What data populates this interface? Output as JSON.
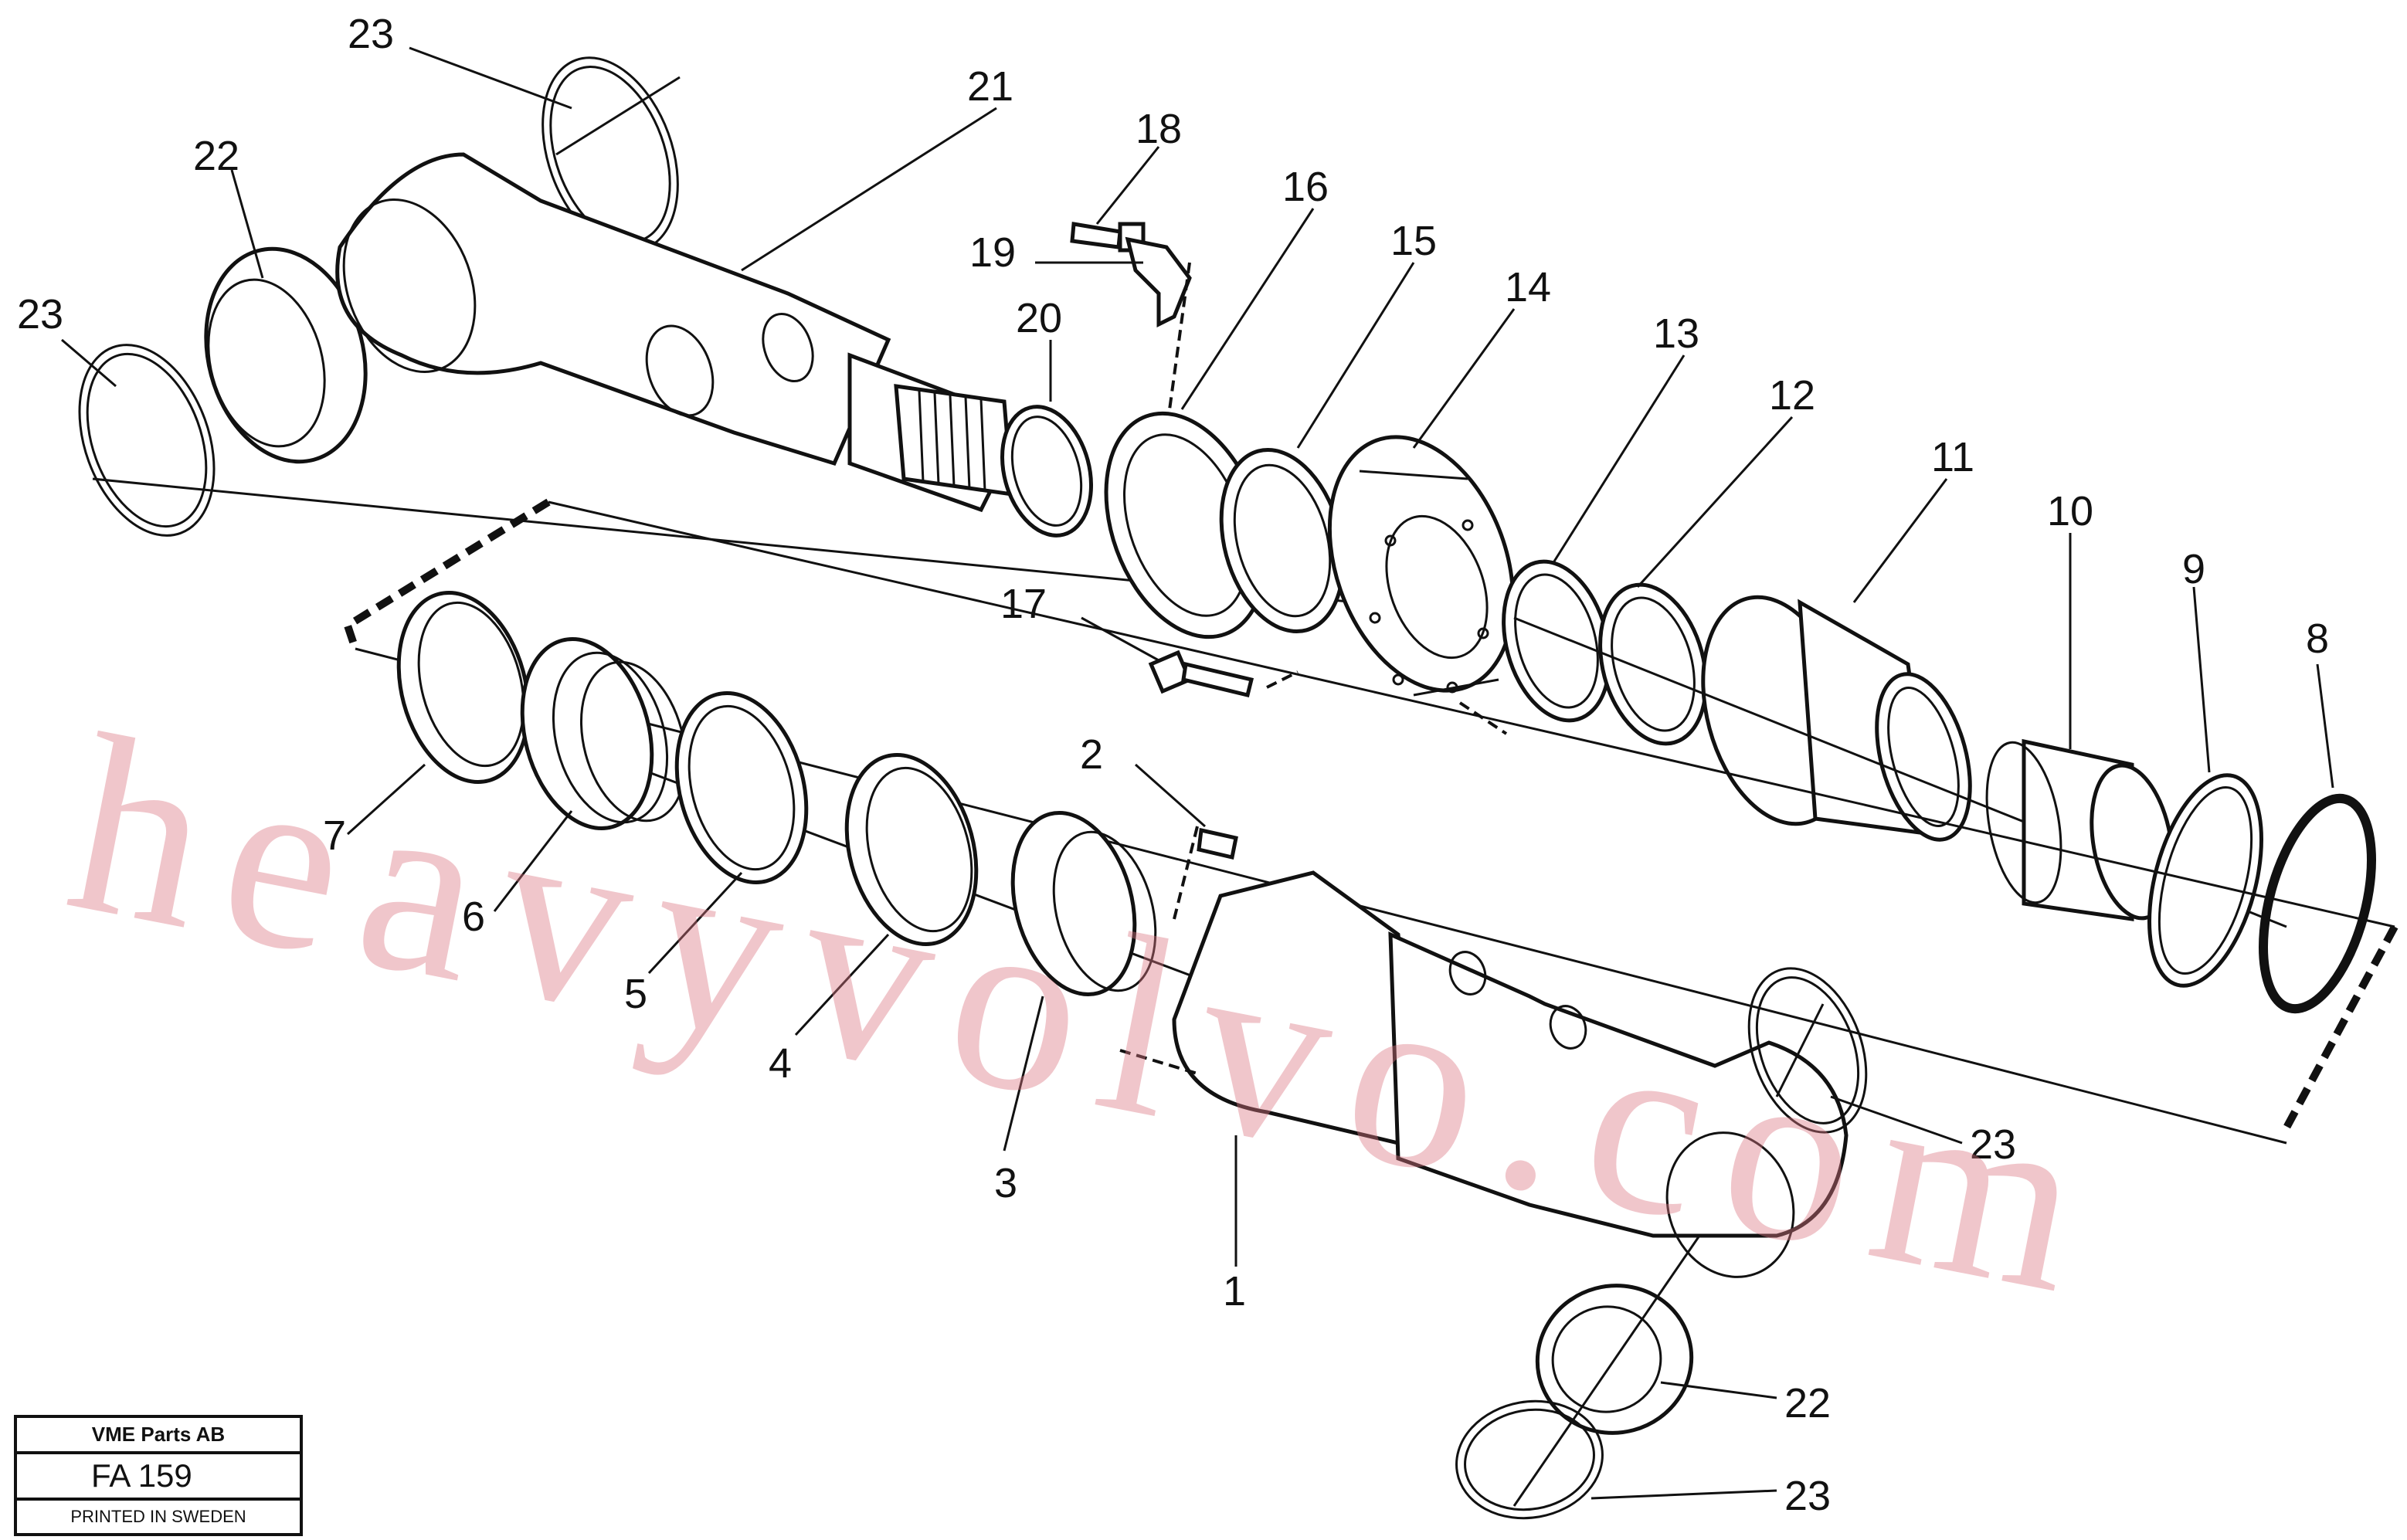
{
  "watermark": "heavyvolvo.com",
  "title_block": {
    "company": "VME Parts AB",
    "code": "FA 159",
    "print_note": "PRINTED IN SWEDEN"
  },
  "callouts": {
    "n1": "1",
    "n2": "2",
    "n3": "3",
    "n4": "4",
    "n5": "5",
    "n6": "6",
    "n7": "7",
    "n8": "8",
    "n9": "9",
    "n10": "10",
    "n11": "11",
    "n12": "12",
    "n13": "13",
    "n14": "14",
    "n15": "15",
    "n16": "16",
    "n17": "17",
    "n18": "18",
    "n19": "19",
    "n20": "20",
    "n21": "21",
    "n22": "22",
    "n23": "23"
  }
}
